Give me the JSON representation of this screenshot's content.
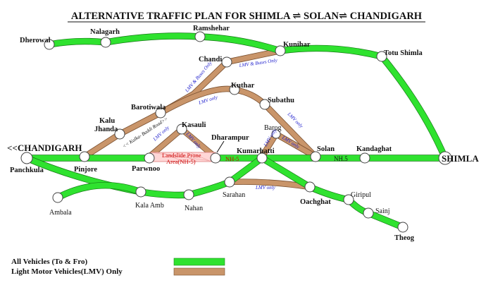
{
  "title": "ALTERNATIVE TRAFFIC PLAN FOR  SHIMLA ⇌ SOLAN⇌ CHANDIGARH",
  "places": {
    "dherowal": "Dherowal",
    "nalagarh": "Nalagarh",
    "ramshehar": "Ramshehar",
    "chandi": "Chandi",
    "kunihar": "Kunihar",
    "totu_shimla": "Totu Shimla",
    "kuthar": "Kuthar",
    "subathu": "Subathu",
    "barotiwala": "Barotiwala",
    "kalu_jhanda_1": "Kalu",
    "kalu_jhanda_2": "Jhanda",
    "kasauli": "Kasauli",
    "dharampur": "Dharampur",
    "barog": "Barog",
    "solan": "Solan",
    "kandaghat": "Kandaghat",
    "kumarhatti": "Kumarhatti",
    "chandigarh": "<<CHANDIGARH",
    "shimla": "SHIMLA",
    "panchkula": "Panchkula",
    "pinjore": "Pinjore",
    "parwnoo": "Parwnoo",
    "sarahan": "Sarahan",
    "oachghat": "Oachghat",
    "giripul": "Giripul",
    "sainj": "Sainj",
    "theog": "Theog",
    "ambala": "Ambala",
    "kala_amb": "Kala Amb",
    "nahan": "Nahan"
  },
  "annotations": {
    "lmv_buses_1": "LMV  & Buses Only",
    "lmv_buses_2": "LMV  & Buses Only",
    "lmv_only_kuthar": "LMV only",
    "lmv_only_barotiwala": "LMV only",
    "lmv_only_kasauli": "LMV only",
    "lmv_only_barog": "LMV only",
    "lmv_only_barog2": "LMV only",
    "lmv_only_subathu": "LMV only",
    "lmv_only_oachghat": "LMV only",
    "kalka_baddi": "<< Kalka- Baddi Road>>",
    "landslide_1": "Landslide Prone",
    "landslide_2": "Area(NH-5)",
    "nh5_left": "NH-5",
    "nh5_right": "NH.5"
  },
  "legend": {
    "all_vehicles": "All  Vehicles (To & Fro)",
    "lmv_only": "Light Motor Vehicles(LMV) Only"
  },
  "colors": {
    "all_vehicles_route": "#2fe22f",
    "lmv_route": "#c9956a",
    "landslide_zone": "#ffd6d6",
    "landslide_text": "#cc0000",
    "annotation_text": "#1a1acc"
  }
}
